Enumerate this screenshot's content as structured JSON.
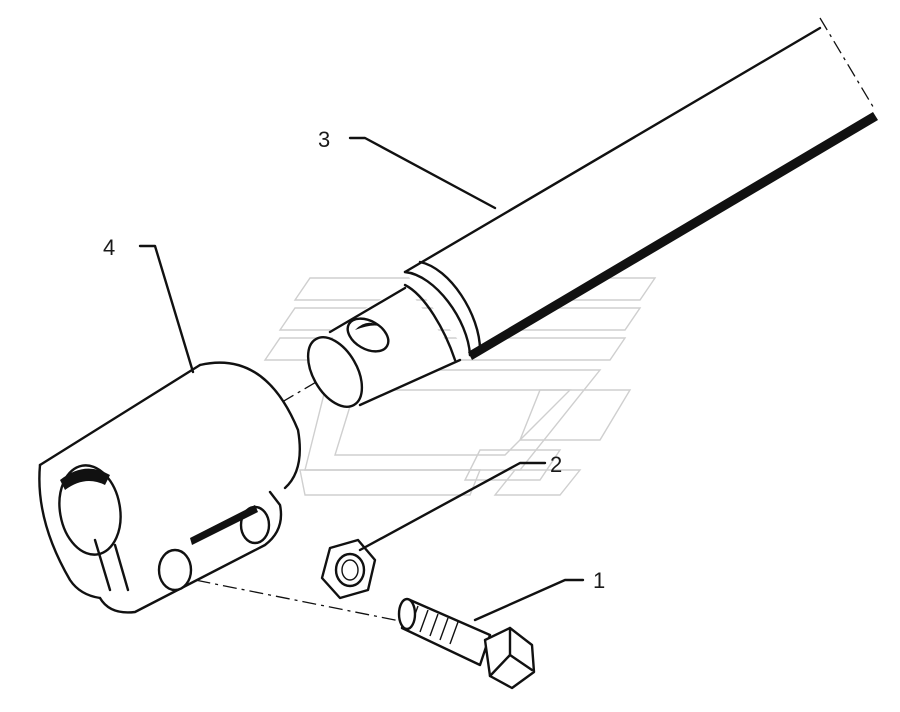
{
  "callouts": [
    {
      "id": "1",
      "label": "1"
    },
    {
      "id": "2",
      "label": "2"
    },
    {
      "id": "3",
      "label": "3"
    },
    {
      "id": "4",
      "label": "4"
    }
  ],
  "watermark": {
    "icon": "manufacturer-logo-watermark"
  }
}
